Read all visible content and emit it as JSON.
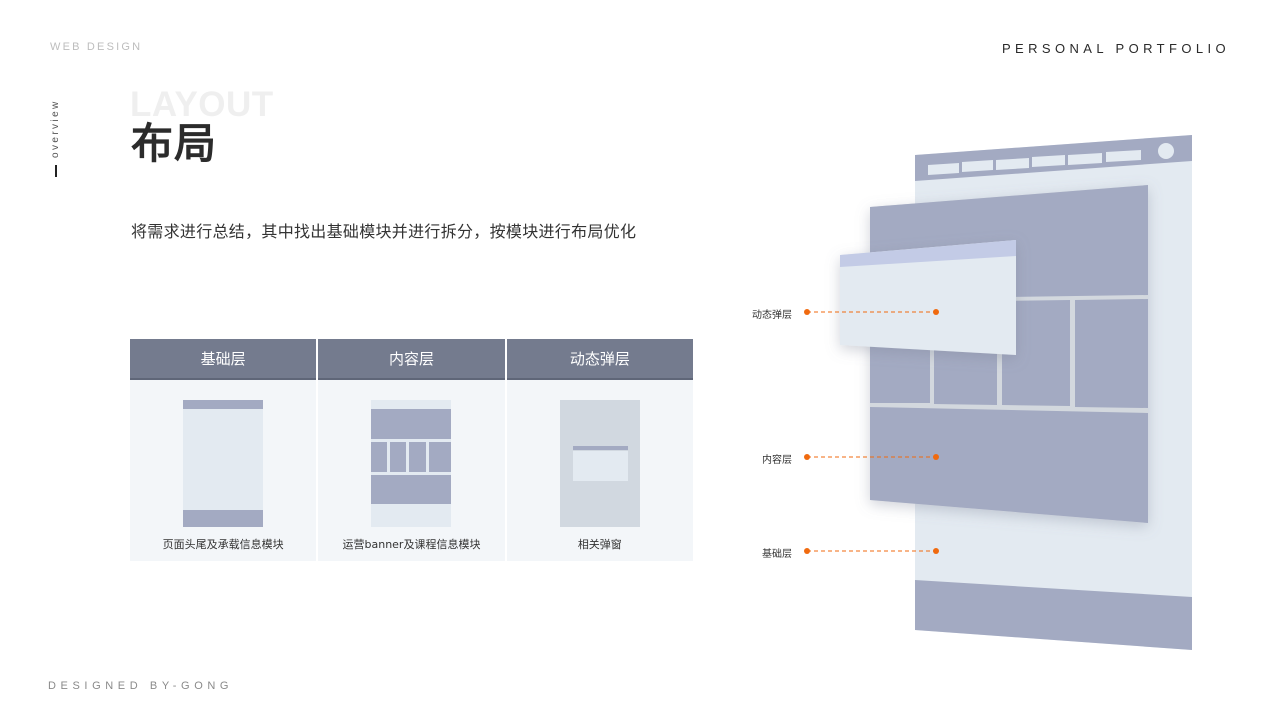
{
  "header": {
    "left": "WEB DESIGN",
    "right": "PERSONAL PORTFOLIO"
  },
  "side": {
    "vertical_label": "overview"
  },
  "title": {
    "background_en": "LAYOUT",
    "main": "布局"
  },
  "subtitle": "将需求进行总结，其中找出基础模块并进行拆分，按模块进行布局优化",
  "layers": [
    {
      "header": "基础层",
      "caption": "页面头尾及承载信息模块"
    },
    {
      "header": "内容层",
      "caption": "运营banner及课程信息模块"
    },
    {
      "header": "动态弹层",
      "caption": "相关弹窗"
    }
  ],
  "illustration": {
    "callouts": [
      {
        "label": "动态弹层"
      },
      {
        "label": "内容层"
      },
      {
        "label": "基础层"
      }
    ],
    "colors": {
      "base": "#e3eaf1",
      "block": "#a3aac2",
      "popup_header": "#c3cbe6",
      "accent": "#f06a0f"
    }
  },
  "footer": {
    "credit": "DESIGNED BY-GONG"
  }
}
